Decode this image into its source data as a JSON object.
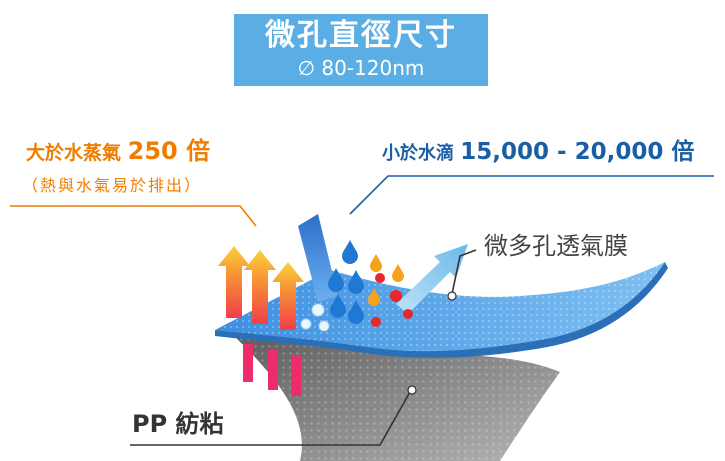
{
  "title": {
    "main": "微孔直徑尺寸",
    "size": "∅ 80-120nm"
  },
  "vapor": {
    "prefix": "大於水蒸氣",
    "number": "250 倍",
    "note": "（熱與水氣易於排出）"
  },
  "droplet": {
    "prefix": "小於水滴",
    "number": "15,000 - 20,000 倍"
  },
  "labels": {
    "membrane": "微多孔透氣膜",
    "pp": "PP 紡粘"
  },
  "colors": {
    "title_bg": "#5aaee3",
    "orange": "#f07d00",
    "blue": "#1a5fa6",
    "membrane": "#4a97e0",
    "pp": "#8b8b8b"
  }
}
